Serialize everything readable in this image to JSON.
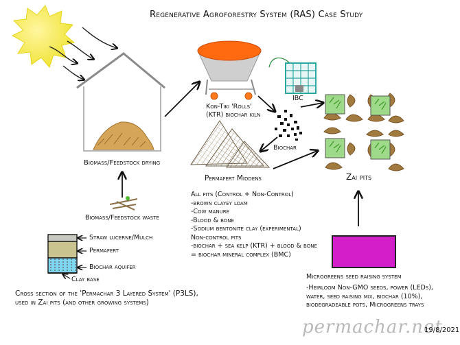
{
  "title": "Regenerative Agroforestry System (RAS) Case Study",
  "labels": {
    "biomass_drying": "Biomass/Feedstock drying",
    "biomass_waste": "Biomass/Feedstock waste",
    "ktr_line1": "Kon-Tiki 'Rolls'",
    "ktr_line2": "(KTR) biochar kiln",
    "ibc": "IBC",
    "biochar": "Biochar",
    "permafert_middens": "Permafert Middens",
    "zai_pits": "Zai pits",
    "microgreens": "Microgreens seed raising system"
  },
  "pit_notes": [
    "All pits (Control + Non-Control)",
    "-brown clayey loam",
    "-Cow manure",
    "-Blood & bone",
    "-Sodium bentonite clay (experimental)",
    "Non-control pits",
    "-biochar + sea kelp (KTR) + blood & bone",
    "= biochar mineral complex (BMC)"
  ],
  "layers": {
    "straw": "Straw lucerne/Mulch",
    "permafert": "Permafert",
    "aquifer": "Biochar aquifer",
    "clay": "Clay base"
  },
  "cross_section": {
    "line1": "Cross section of the 'Permachar 3 Layered System' (P3LS),",
    "line2": "used in Zai pits (and other growing systems)"
  },
  "microgreens_notes": [
    "-Heirloom Non-GMO seeds, power (LEDs),",
    "water, seed raising mix, biochar (10%),",
    "biodegradeable pots, Microgreens trays"
  ],
  "brand": "permachar.net",
  "date": "19/8/2021",
  "colors": {
    "sun": "#f3e94a",
    "kiln_fire": "#ff6a10",
    "kiln_wheels": "#ff7a1a",
    "ibc_frame": "#2aa7a0",
    "microgreens_box": "#d21fc9",
    "aquifer": "#7fd6f0",
    "permafert": "#c9c48f",
    "straw": "#c7c8c0",
    "zai_pit": "#a07a3f",
    "plants": "#5fbf3a"
  }
}
